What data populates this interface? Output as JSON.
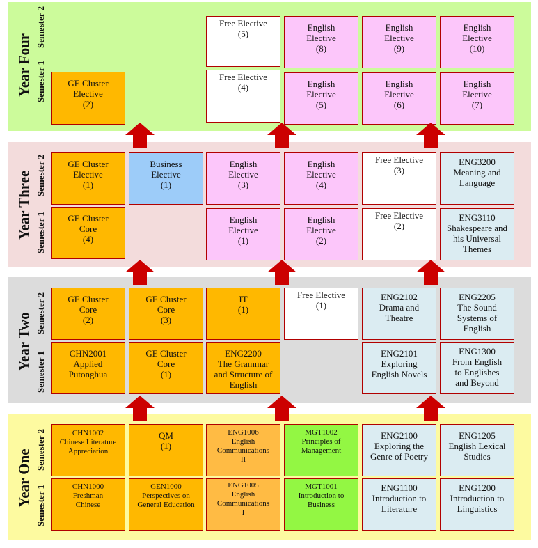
{
  "years": {
    "four": {
      "title": "Year Four",
      "sem2": "Semester 2",
      "sem1": "Semester 1"
    },
    "three": {
      "title": "Year Three",
      "sem2": "Semester 2",
      "sem1": "Semester 1"
    },
    "two": {
      "title": "Year Two",
      "sem2": "Semester 2",
      "sem1": "Semester 1"
    },
    "one": {
      "title": "Year One",
      "sem2": "Semester 2",
      "sem1": "Semester 1"
    }
  },
  "colors": {
    "year_four_bg": "#ccfb9b",
    "year_three_bg": "#f3dcdc",
    "year_two_bg": "#dcdcdc",
    "year_one_bg": "#fdfaa0",
    "arrow": "#cc0000",
    "border": "#b10000"
  },
  "courses": {
    "y4s2c3": "Free Elective\n(5)",
    "y4s2c4": "English\nElective\n(8)",
    "y4s2c5": "English\nElective\n(9)",
    "y4s2c6": "English\nElective\n(10)",
    "y4s1c1": "GE Cluster\nElective\n(2)",
    "y4s1c3": "Free Elective\n(4)",
    "y4s1c4": "English\nElective\n(5)",
    "y4s1c5": "English\nElective\n(6)",
    "y4s1c6": "English\nElective\n(7)",
    "y3s2c1": "GE Cluster\nElective\n(1)",
    "y3s2c2": "Business\nElective\n(1)",
    "y3s2c3": "English\nElective\n(3)",
    "y3s2c4": "English\nElective\n(4)",
    "y3s2c5": "Free Elective\n(3)",
    "y3s2c6": "ENG3200\nMeaning and\nLanguage",
    "y3s1c1": "GE Cluster\nCore\n(4)",
    "y3s1c3": "English\nElective\n(1)",
    "y3s1c4": "English\nElective\n(2)",
    "y3s1c5": "Free Elective\n(2)",
    "y3s1c6": "ENG3110\nShakespeare and\nhis Universal\nThemes",
    "y2s2c1": "GE Cluster\nCore\n(2)",
    "y2s2c2": "GE Cluster\nCore\n(3)",
    "y2s2c3": "IT\n(1)",
    "y2s2c4": "Free Elective\n(1)",
    "y2s2c5": "ENG2102\nDrama and\nTheatre",
    "y2s2c6": "ENG2205\nThe Sound\nSystems of\nEnglish",
    "y2s1c1": "CHN2001\nApplied\nPutonghua",
    "y2s1c2": "GE Cluster\nCore\n(1)",
    "y2s1c3": "ENG2200\nThe Grammar\nand Structure of\nEnglish",
    "y2s1c5": "ENG2101\nExploring\nEnglish Novels",
    "y2s1c6": "ENG1300\nFrom English\nto Englishes\nand Beyond",
    "y1s2c1": "CHN1002\nChinese Literature\nAppreciation",
    "y1s2c2": "QM\n(1)",
    "y1s2c3": "ENG1006\nEnglish\nCommunications\nII",
    "y1s2c4": "MGT1002\nPrinciples of\nManagement",
    "y1s2c5": "ENG2100\nExploring the\nGenre of Poetry",
    "y1s2c6": "ENG1205\nEnglish Lexical\nStudies",
    "y1s1c1": "CHN1000\nFreshman\nChinese",
    "y1s1c2": "GEN1000\nPerspectives on\nGeneral Education",
    "y1s1c3": "ENG1005\nEnglish\nCommunications\nI",
    "y1s1c4": "MGT1001\nIntroduction to\nBusiness",
    "y1s1c5": "ENG1100\nIntroduction to\nLiterature",
    "y1s1c6": "ENG1200\nIntroduction to\nLinguistics"
  }
}
